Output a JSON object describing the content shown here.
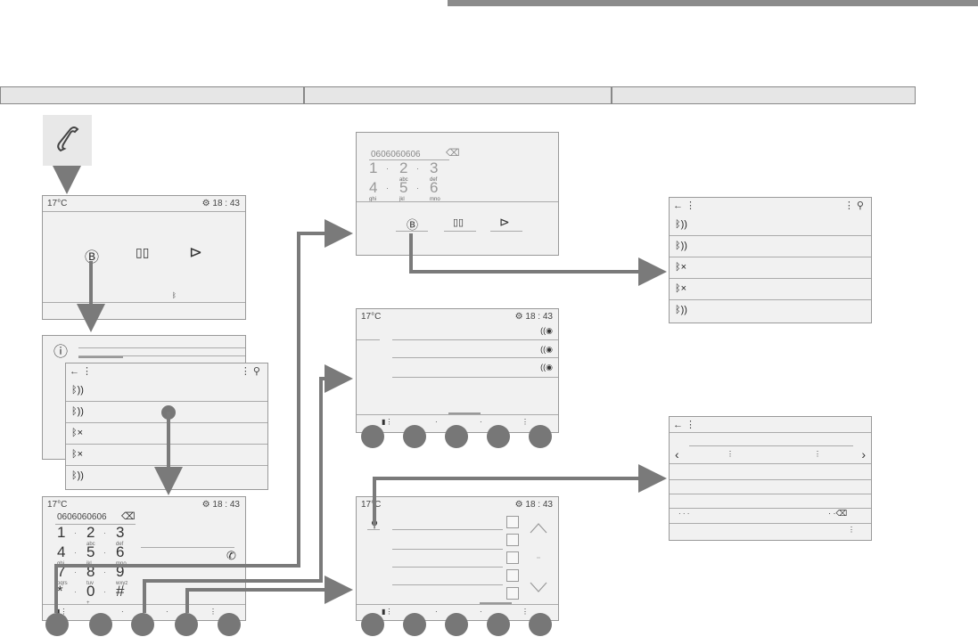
{
  "status": {
    "temperature": "17°C",
    "time": "18 : 43"
  },
  "dial": {
    "number": "0606060606"
  },
  "keypad": {
    "rows": [
      [
        {
          "d": "1",
          "s": ""
        },
        {
          "d": "2",
          "s": "abc"
        },
        {
          "d": "3",
          "s": "def"
        }
      ],
      [
        {
          "d": "4",
          "s": "ghi"
        },
        {
          "d": "5",
          "s": "jkl"
        },
        {
          "d": "6",
          "s": "mno"
        }
      ],
      [
        {
          "d": "7",
          "s": "pqrs"
        },
        {
          "d": "8",
          "s": "tuv"
        },
        {
          "d": "9",
          "s": "wxyz"
        }
      ],
      [
        {
          "d": "*",
          "s": ""
        },
        {
          "d": "0",
          "s": "+"
        },
        {
          "d": "#",
          "s": ""
        }
      ]
    ]
  },
  "icons": {
    "phone": "phone-handset-icon",
    "bluetooth": "bluetooth-icon",
    "contacts": "contacts-icon",
    "play": "play-icon",
    "back": "back-arrow-icon",
    "search": "search-icon",
    "info": "info-icon",
    "gear": "gear-icon"
  },
  "colors": {
    "arrow": "#7a7a7a",
    "bar": "#8c8c8c",
    "screen": "#f1f1f1"
  }
}
